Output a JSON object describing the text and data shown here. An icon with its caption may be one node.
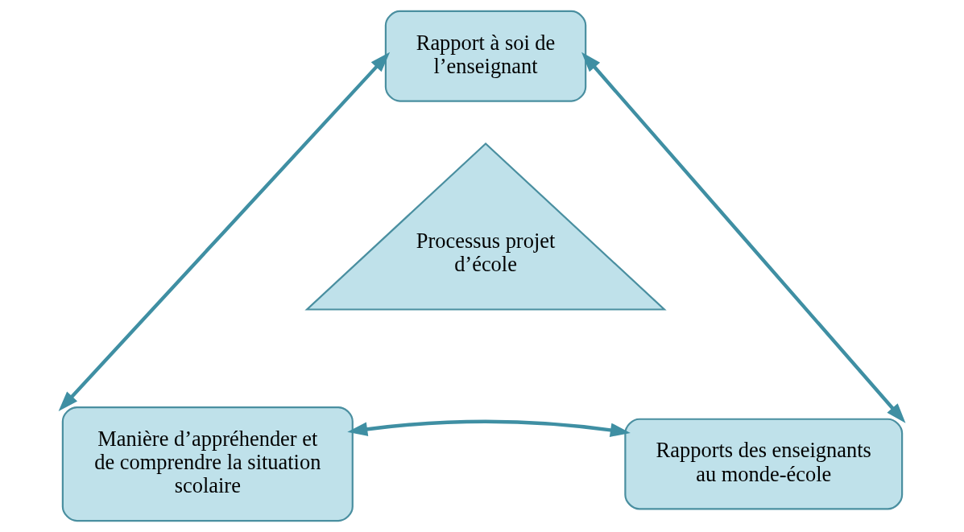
{
  "diagram": {
    "nodes": [
      {
        "text": [
          "Rapport à soi de l’enseignant"
        ]
      },
      {
        "text": [
          "Processus projet d’école"
        ]
      },
      {
        "text": [
          "Manière d’appréhender et de comprendre la situation scolaire"
        ]
      },
      {
        "text": [
          "Rapports des enseignants au monde-école"
        ]
      }
    ],
    "edges": [
      {
        "from": 2,
        "to": 0,
        "arrow": "both"
      },
      {
        "from": 0,
        "to": 3,
        "arrow": "both"
      },
      {
        "from": 2,
        "to": 3,
        "arrow": "both"
      }
    ]
  }
}
